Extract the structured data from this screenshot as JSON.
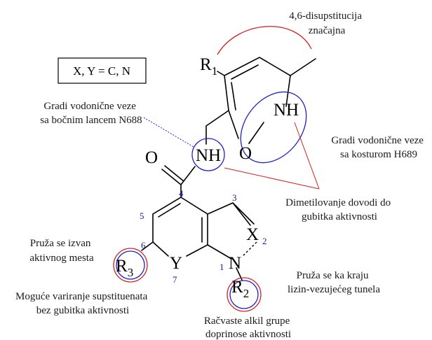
{
  "colors": {
    "bond": "#000000",
    "highlight_red": "#d42020",
    "highlight_blue": "#2020c8",
    "numbering": "#1a1aa6"
  },
  "box_label": "X, Y = C, N",
  "atoms": {
    "r1_letter": "R",
    "r1_sub": "1",
    "nh_pyridone": "NH",
    "o_pyridone": "O",
    "o_amide": "O",
    "nh_amide": "NH",
    "x_letter": "X",
    "y_letter": "Y",
    "n_ring": "N",
    "r3_letter": "R",
    "r3_sub": "3",
    "r2_letter": "R",
    "r2_sub": "2"
  },
  "ring_numbers": {
    "n1": "1",
    "n2": "2",
    "n3": "3",
    "n4": "4",
    "n5": "5",
    "n6": "6",
    "n7": "7"
  },
  "annotations": {
    "disubstitution": [
      "4,6-disupstitucija",
      "značajna"
    ],
    "hbond_n688": [
      "Gradi vodonične veze",
      "sa bočnim lancem N688"
    ],
    "hbond_h689": [
      "Gradi vodonične veze",
      "sa kosturom H689"
    ],
    "dimethylation": [
      "Dimetilovanje dovodi do",
      "gubitka aktivnosti"
    ],
    "outside_active_site": [
      "Pruža se izvan",
      "aktivnog mesta"
    ],
    "tunnel": [
      "Pruža se ka kraju",
      "lizin-vezujećeg tunela"
    ],
    "variation": [
      "Moguće variranje supstituenata",
      "bez gubitka aktivnosti"
    ],
    "branched_alkyl": [
      "Račvaste alkil grupe",
      "doprinose aktivnosti"
    ]
  }
}
